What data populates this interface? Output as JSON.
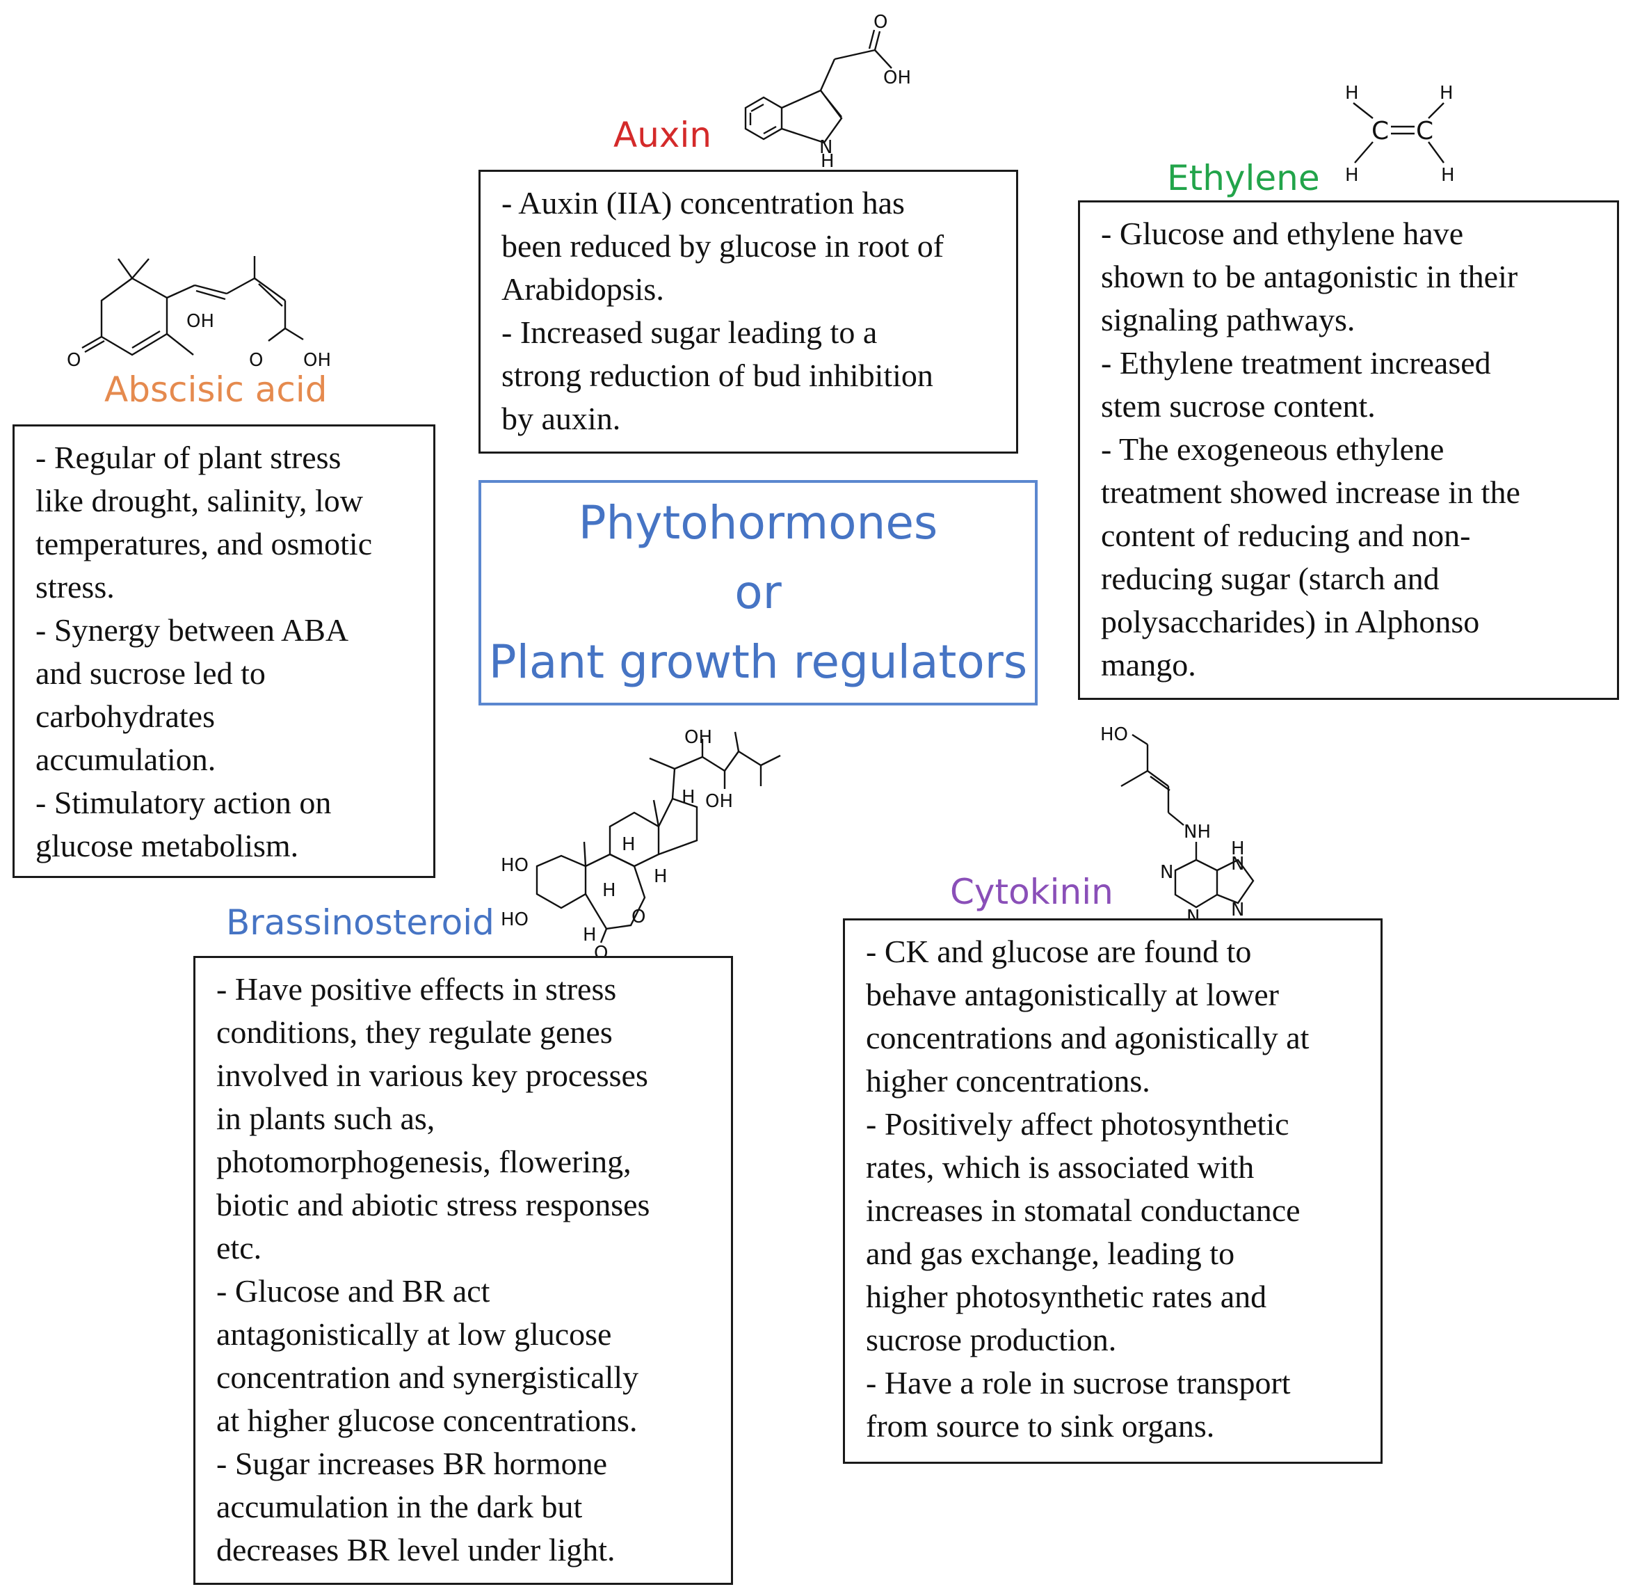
{
  "center": {
    "line1": "Phytohormones",
    "line2": "or",
    "line3": "Plant growth regulators"
  },
  "colors": {
    "auxin": "#d42a2a",
    "ethylene": "#22a44a",
    "abscisic_acid": "#e58a4e",
    "brassinosteroid": "#4674c4",
    "cytokinin": "#8a4fb8",
    "center_border": "#5b87cf"
  },
  "hormones": {
    "auxin": {
      "name": "Auxin",
      "lines": [
        "- Auxin (IIA) concentration has",
        "been reduced by glucose in root of",
        "Arabidopsis.",
        "- Increased sugar leading to a",
        "strong reduction of bud inhibition",
        "by auxin."
      ]
    },
    "ethylene": {
      "name": "Ethylene",
      "lines": [
        "- Glucose and ethylene have",
        "shown to be antagonistic in their",
        "signaling pathways.",
        "- Ethylene treatment increased",
        "stem sucrose content.",
        "- The exogeneous ethylene",
        "treatment showed increase in the",
        "content of reducing and non-",
        "reducing sugar (starch and",
        "polysaccharides) in Alphonso",
        "mango."
      ]
    },
    "abscisic_acid": {
      "name": "Abscisic acid",
      "lines": [
        "- Regular of plant stress",
        "like drought, salinity, low",
        "temperatures, and osmotic",
        "stress.",
        "- Synergy between ABA",
        "and sucrose led to",
        "carbohydrates",
        "accumulation.",
        "- Stimulatory action on",
        "glucose metabolism."
      ]
    },
    "brassinosteroid": {
      "name": "Brassinosteroid",
      "lines": [
        "- Have positive effects in stress",
        "conditions, they regulate genes",
        "involved in various key processes",
        "in plants such as,",
        "photomorphogenesis, flowering,",
        "biotic and abiotic stress responses",
        "etc.",
        "- Glucose and BR act",
        "antagonistically at low glucose",
        "concentration and synergistically",
        "at higher glucose concentrations.",
        "- Sugar increases BR hormone",
        "accumulation in the dark but",
        "decreases BR level under light."
      ]
    },
    "cytokinin": {
      "name": "Cytokinin",
      "lines": [
        "- CK and glucose are found to",
        "behave antagonistically at lower",
        "concentrations and agonistically at",
        "higher concentrations.",
        "- Positively affect photosynthetic",
        "rates, which is associated with",
        "increases in stomatal conductance",
        "and gas exchange, leading to",
        "higher photosynthetic rates and",
        "sucrose production.",
        "- Have a role in sucrose transport",
        "from source to sink organs."
      ]
    }
  },
  "structures": {
    "auxin": {
      "atoms": [
        "O",
        "OH",
        "N",
        "H"
      ]
    },
    "ethylene": {
      "atoms": [
        "H",
        "H",
        "C",
        "C",
        "H",
        "H"
      ]
    },
    "abscisic_acid": {
      "atoms": [
        "OH",
        "O",
        "O",
        "OH"
      ]
    },
    "brassinosteroid": {
      "atoms": [
        "OH",
        "OH",
        "H",
        "H",
        "H",
        "H",
        "HO",
        "HO",
        "H",
        "O",
        "O"
      ]
    },
    "cytokinin": {
      "atoms": [
        "HO",
        "NH",
        "H",
        "N",
        "N",
        "N",
        "N"
      ]
    }
  }
}
